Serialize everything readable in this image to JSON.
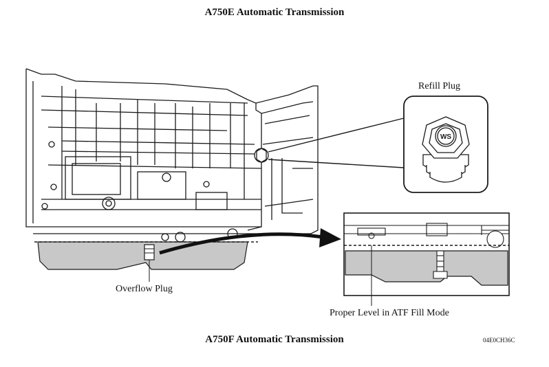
{
  "titles": {
    "top": "A750E Automatic Transmission",
    "bottom": "A750F Automatic Transmission"
  },
  "labels": {
    "refill_plug": "Refill Plug",
    "overflow_plug": "Overflow Plug",
    "proper_level": "Proper Level in ATF Fill Mode",
    "figure_code": "04E0CH36C"
  },
  "plug_marking": "WS",
  "colors": {
    "line": "#1a1a1a",
    "fluid": "#c8c8c8",
    "background": "#ffffff"
  }
}
